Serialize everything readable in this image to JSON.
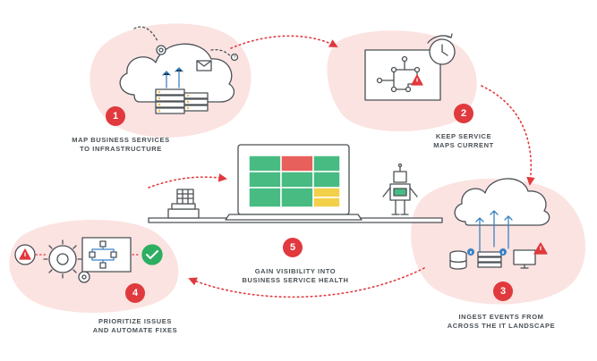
{
  "steps": [
    {
      "number": "1",
      "line1": "MAP BUSINESS SERVICES",
      "line2": "TO INFRASTRUCTURE"
    },
    {
      "number": "2",
      "line1": "KEEP SERVICE",
      "line2": "MAPS CURRENT"
    },
    {
      "number": "3",
      "line1": "INGEST EVENTS FROM",
      "line2": "ACROSS THE IT LANDSCAPE"
    },
    {
      "number": "4",
      "line1": "PRIORITIZE ISSUES",
      "line2": "AND AUTOMATE FIXES"
    },
    {
      "number": "5",
      "line1": "GAIN VISIBILITY INTO",
      "line2": "BUSINESS SERVICE HEALTH"
    }
  ],
  "icons": {
    "badge": "number-badge",
    "cloud": "cloud-icon",
    "server": "server-rack-icon",
    "clock": "clock-icon",
    "warning": "warning-icon",
    "info": "info-icon",
    "check": "check-icon",
    "gear": "gear-icon",
    "laptop": "laptop-icon",
    "robot": "robot-icon",
    "database": "database-icon",
    "monitor": "monitor-icon",
    "mail": "envelope-icon",
    "flow-arrow": "dotted-arrow-icon"
  },
  "colors": {
    "accent": "#e0393e",
    "blob": "#fbe3e1",
    "outline": "#4a5055",
    "dashboard_green": "#48bb82",
    "dashboard_red": "#e8605b",
    "dashboard_yellow": "#f2d04a",
    "info_blue": "#3b82c4",
    "ok_green": "#2eae62"
  }
}
